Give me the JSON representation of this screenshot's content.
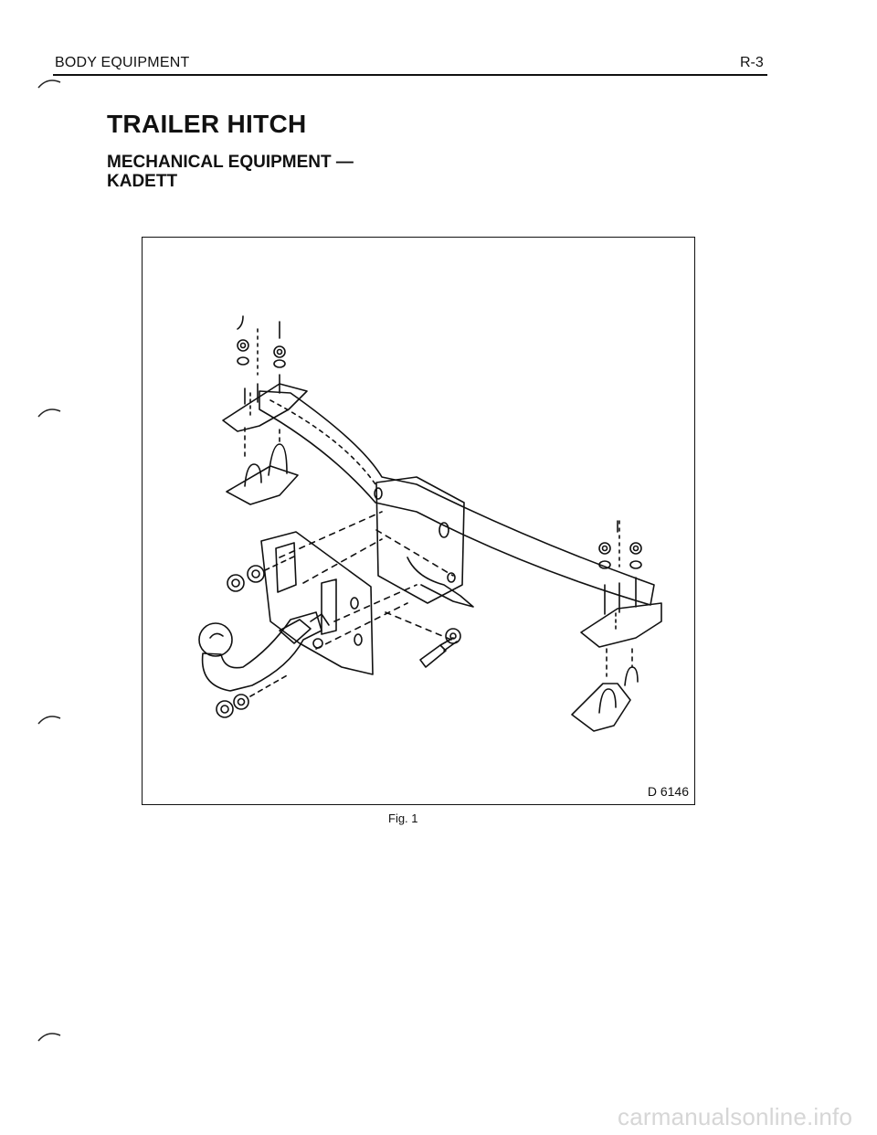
{
  "header": {
    "section": "BODY EQUIPMENT",
    "page_number": "R-3"
  },
  "title": "TRAILER HITCH",
  "subtitle": {
    "line1": "MECHANICAL EQUIPMENT —",
    "line2": "KADETT"
  },
  "figure": {
    "reference_code": "D 6146",
    "caption": "Fig. 1"
  },
  "watermark": "carmanualsonline.info"
}
